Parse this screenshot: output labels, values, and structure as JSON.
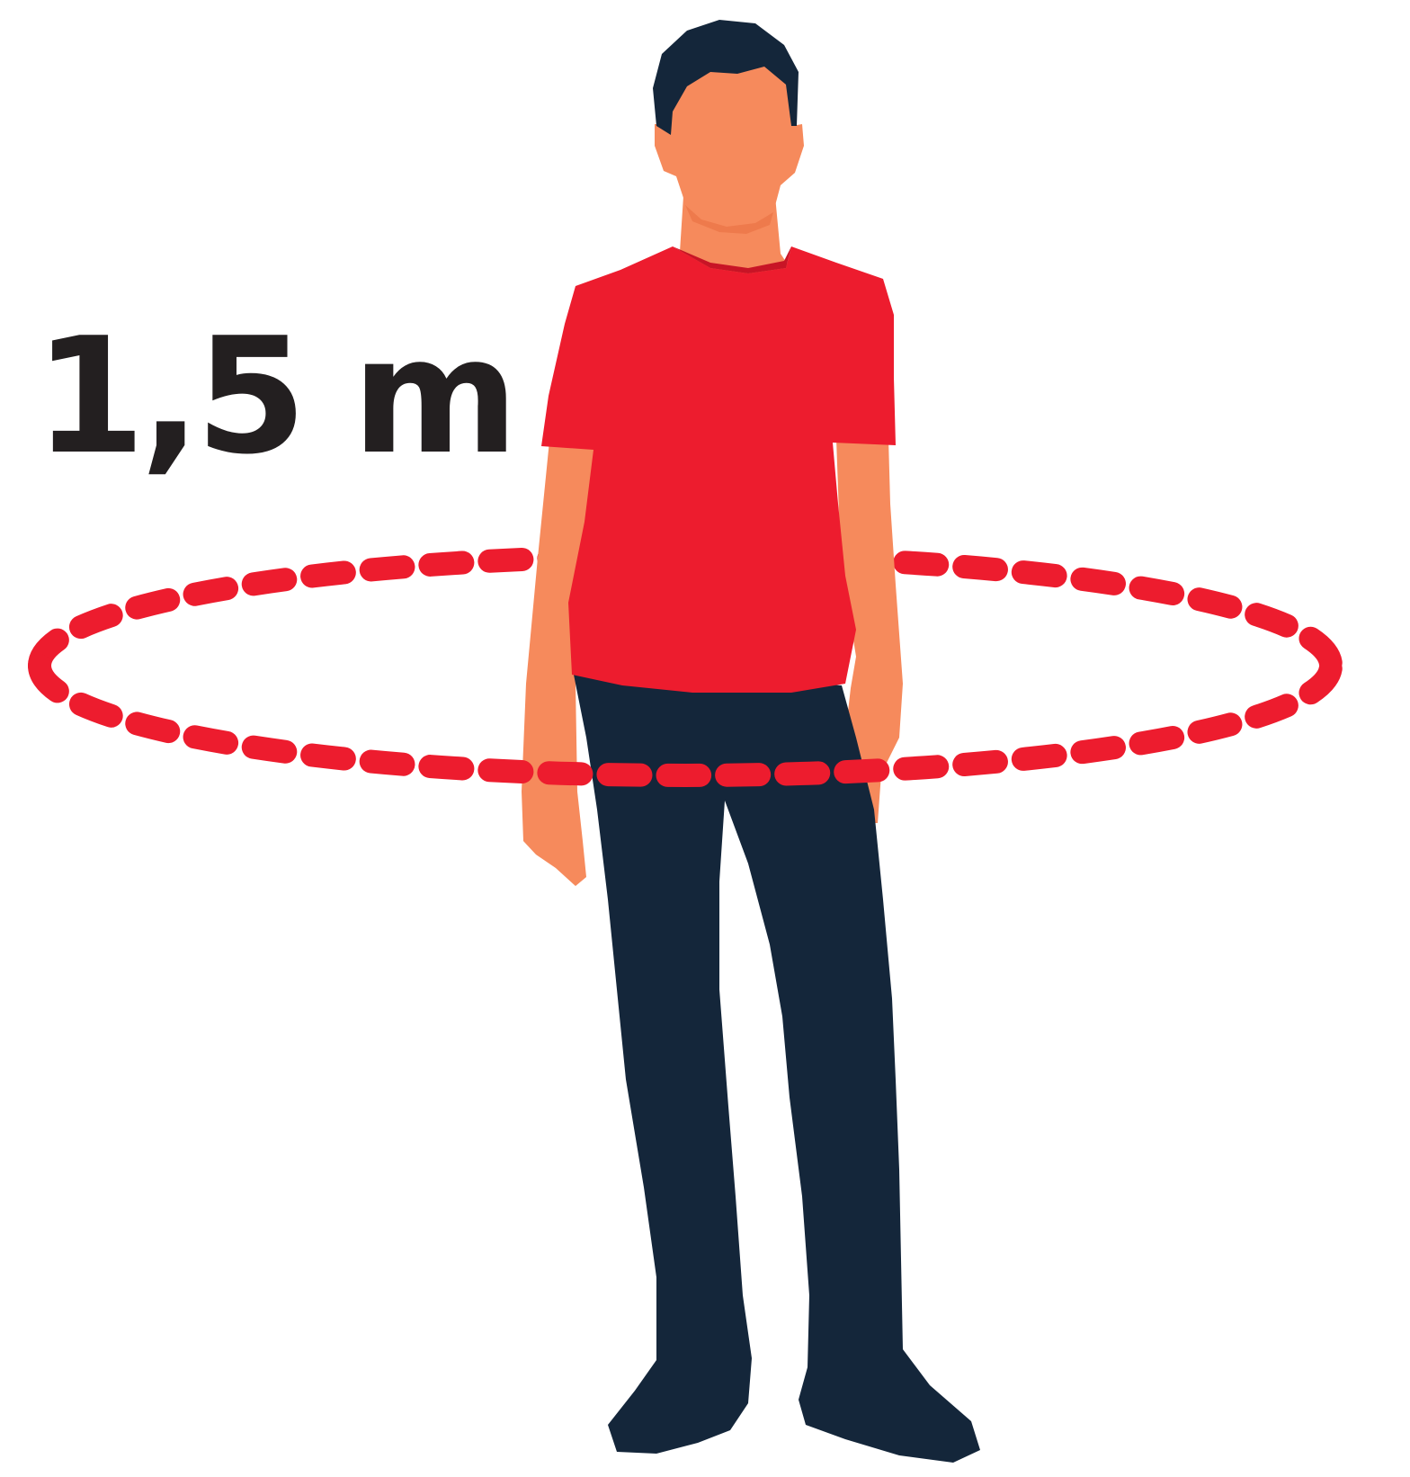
{
  "distance_label": "1,5 m",
  "colors": {
    "background": "#ffffff",
    "ring": "#ed1c2e",
    "shirt": "#ed1c2e",
    "skin": "#f68a5c",
    "skin_shadow": "#ee7a4c",
    "hair_and_trousers": "#14263a",
    "text": "#231f20"
  },
  "icons": {
    "figure": "standing-person",
    "ring": "dashed-distance-ring"
  }
}
